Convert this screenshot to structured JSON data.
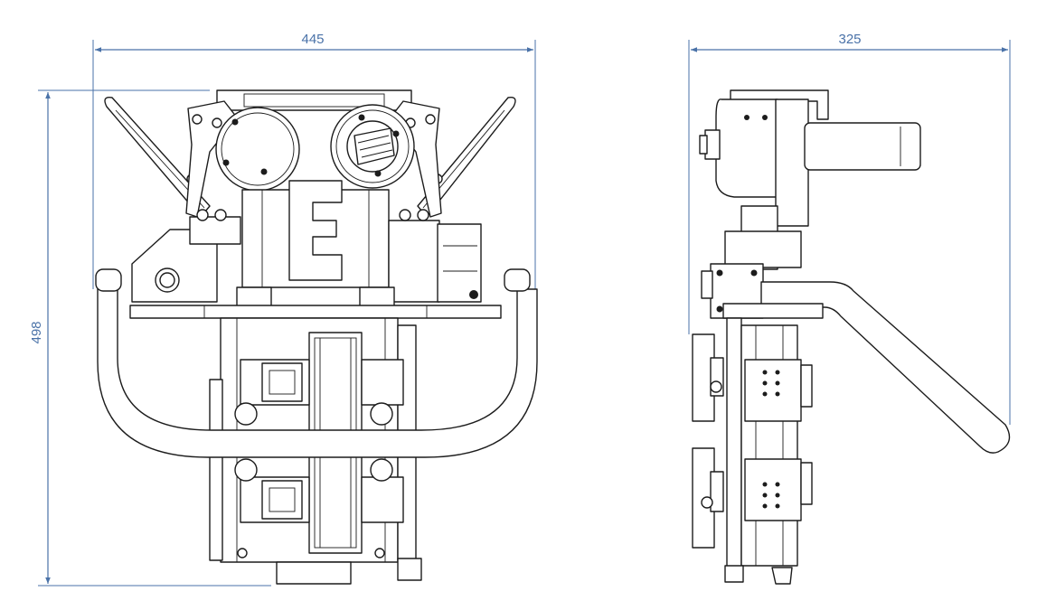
{
  "dimensions": {
    "front_width": "445",
    "front_height": "498",
    "side_width": "325"
  },
  "colors": {
    "dimension_line": "#4a72a8",
    "outline": "#1c1c1c",
    "background": "#ffffff"
  }
}
